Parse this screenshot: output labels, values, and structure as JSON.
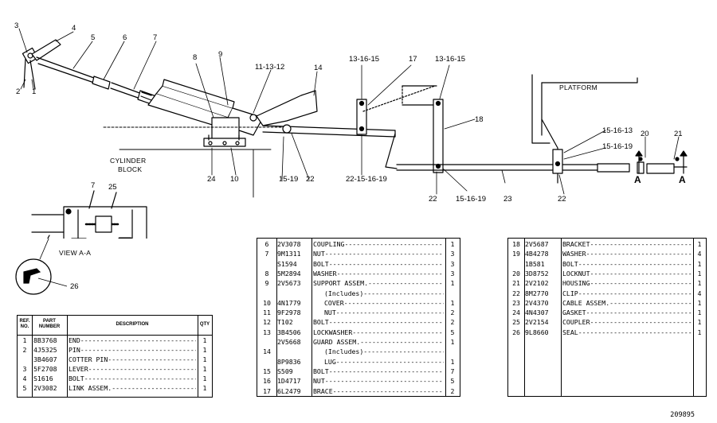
{
  "callouts": [
    {
      "id": "c3",
      "text": "3"
    },
    {
      "id": "c4",
      "text": "4"
    },
    {
      "id": "c5",
      "text": "5"
    },
    {
      "id": "c6",
      "text": "6"
    },
    {
      "id": "c7",
      "text": "7"
    },
    {
      "id": "c2",
      "text": "2"
    },
    {
      "id": "c1",
      "text": "1"
    },
    {
      "id": "c8",
      "text": "8"
    },
    {
      "id": "c9",
      "text": "9"
    },
    {
      "id": "c111312",
      "text": "11-13-12"
    },
    {
      "id": "c14",
      "text": "14"
    },
    {
      "id": "c131615a",
      "text": "13-16-15"
    },
    {
      "id": "c17",
      "text": "17"
    },
    {
      "id": "c131615b",
      "text": "13-16-15"
    },
    {
      "id": "c18",
      "text": "18"
    },
    {
      "id": "c151613",
      "text": "15-16-13"
    },
    {
      "id": "c151619a",
      "text": "15-16-19"
    },
    {
      "id": "c20",
      "text": "20"
    },
    {
      "id": "c21",
      "text": "21"
    },
    {
      "id": "c24",
      "text": "24"
    },
    {
      "id": "c10",
      "text": "10"
    },
    {
      "id": "c1519",
      "text": "15-19"
    },
    {
      "id": "c22a",
      "text": "22"
    },
    {
      "id": "c22151619",
      "text": "22-15-16-19"
    },
    {
      "id": "c22b",
      "text": "22"
    },
    {
      "id": "c151619b",
      "text": "15-16-19"
    },
    {
      "id": "c23",
      "text": "23"
    },
    {
      "id": "c22c",
      "text": "22"
    },
    {
      "id": "c7b",
      "text": "7"
    },
    {
      "id": "c25",
      "text": "25"
    },
    {
      "id": "c26",
      "text": "26"
    }
  ],
  "labels": {
    "platform": "PLATFORM",
    "cylinder_block_1": "CYLINDER",
    "cylinder_block_2": "BLOCK",
    "view_aa": "VIEW A-A",
    "section_a1": "A",
    "section_a2": "A"
  },
  "table_headers": {
    "ref_no": [
      "REF.",
      "NO."
    ],
    "part_number": [
      "PART",
      "NUMBER"
    ],
    "description": "DESCRIPTION",
    "qty": "QTY"
  },
  "table1": [
    {
      "ref": "1",
      "part": "8B3768",
      "desc": "END",
      "qty": "1"
    },
    {
      "ref": "2",
      "part": "4J5325",
      "desc": "PIN",
      "qty": "1"
    },
    {
      "ref": "",
      "part": "3B4607",
      "desc": "COTTER PIN",
      "qty": "1"
    },
    {
      "ref": "3",
      "part": "5F2708",
      "desc": "LEVER",
      "qty": "1"
    },
    {
      "ref": "4",
      "part": "S1616",
      "desc": "BOLT",
      "qty": "1"
    },
    {
      "ref": "5",
      "part": "2V3082",
      "desc": "LINK ASSEM.",
      "qty": "1"
    }
  ],
  "table2": [
    {
      "ref": "6",
      "part": "2V3078",
      "desc": "COUPLING",
      "qty": "1"
    },
    {
      "ref": "7",
      "part": "9M1311",
      "desc": "NUT",
      "qty": "3"
    },
    {
      "ref": "",
      "part": "S1594",
      "desc": "BOLT",
      "qty": "3"
    },
    {
      "ref": "8",
      "part": "5M2894",
      "desc": "WASHER",
      "qty": "3"
    },
    {
      "ref": "9",
      "part": "2V5673",
      "desc": "SUPPORT ASSEM.",
      "qty": "1"
    },
    {
      "ref": "",
      "part": "",
      "desc": "(Includes)",
      "qty": ""
    },
    {
      "ref": "10",
      "part": "4N1779",
      "desc": "COVER",
      "qty": "1"
    },
    {
      "ref": "11",
      "part": "9F2978",
      "desc": "NUT",
      "qty": "2"
    },
    {
      "ref": "12",
      "part": "T102",
      "desc": "BOLT",
      "qty": "2"
    },
    {
      "ref": "13",
      "part": "3B4506",
      "desc": "LOCKWASHER",
      "qty": "5"
    },
    {
      "ref": "",
      "part": "2V5668",
      "desc": "GUARD ASSEM.",
      "qty": "1"
    },
    {
      "ref": "14",
      "part": "",
      "desc": "(Includes)",
      "qty": ""
    },
    {
      "ref": "",
      "part": "8P9836",
      "desc": "LUG",
      "qty": "1"
    },
    {
      "ref": "15",
      "part": "S509",
      "desc": "BOLT",
      "qty": "7"
    },
    {
      "ref": "16",
      "part": "1D4717",
      "desc": "NUT",
      "qty": "5"
    },
    {
      "ref": "17",
      "part": "6L2479",
      "desc": "BRACE",
      "qty": "2"
    }
  ],
  "table3": [
    {
      "ref": "18",
      "part": "2V5687",
      "desc": "BRACKET",
      "qty": "1"
    },
    {
      "ref": "19",
      "part": "4B4278",
      "desc": "WASHER",
      "qty": "4"
    },
    {
      "ref": "",
      "part": "1B581",
      "desc": "BOLT",
      "qty": "1"
    },
    {
      "ref": "20",
      "part": "3D8752",
      "desc": "LOCKNUT",
      "qty": "1"
    },
    {
      "ref": "21",
      "part": "2V2102",
      "desc": "HOUSING",
      "qty": "1"
    },
    {
      "ref": "22",
      "part": "8M2770",
      "desc": "CLIP",
      "qty": "4"
    },
    {
      "ref": "23",
      "part": "2V4370",
      "desc": "CABLE ASSEM.",
      "qty": "1"
    },
    {
      "ref": "24",
      "part": "4N4307",
      "desc": "GASKET",
      "qty": "1"
    },
    {
      "ref": "25",
      "part": "2V2154",
      "desc": "COUPLER",
      "qty": "1"
    },
    {
      "ref": "26",
      "part": "9L8660",
      "desc": "SEAL",
      "qty": "1"
    }
  ],
  "drawing_number": "209895"
}
